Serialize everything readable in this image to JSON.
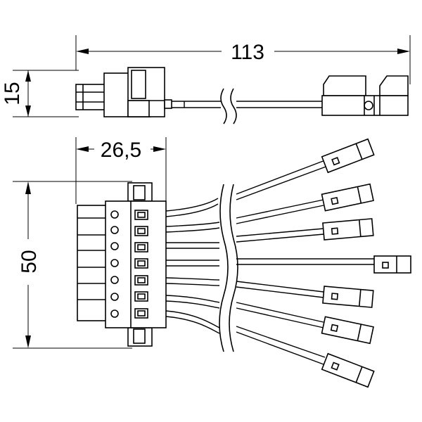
{
  "dimensions": {
    "length": "113",
    "height_side": "15",
    "width_plug": "26,5",
    "height_plug": "50"
  },
  "connector": {
    "pole_count": 7,
    "wire_count": 7
  }
}
